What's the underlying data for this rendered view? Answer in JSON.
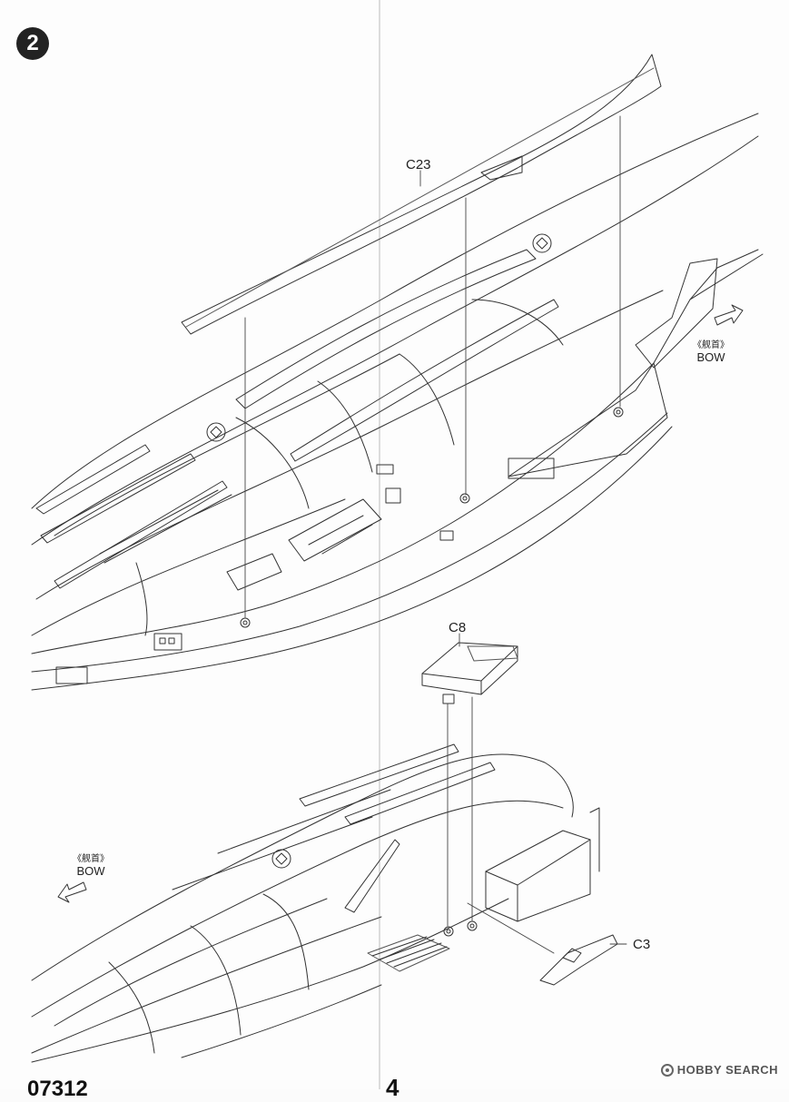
{
  "step": {
    "number": "2"
  },
  "parts": {
    "c23": "C23",
    "c8": "C8",
    "c3": "C3"
  },
  "directions": {
    "upper": {
      "cn": "《舰首》",
      "en": "BOW"
    },
    "lower": {
      "cn": "《舰首》",
      "en": "BOW"
    }
  },
  "footer": {
    "catalog_number": "07312",
    "page_number": "4"
  },
  "watermark": {
    "text": "HOBBY SEARCH"
  },
  "icons": {
    "watermark_mark": "hobby-search-logo-icon",
    "bow_arrow": "arrow-icon"
  }
}
